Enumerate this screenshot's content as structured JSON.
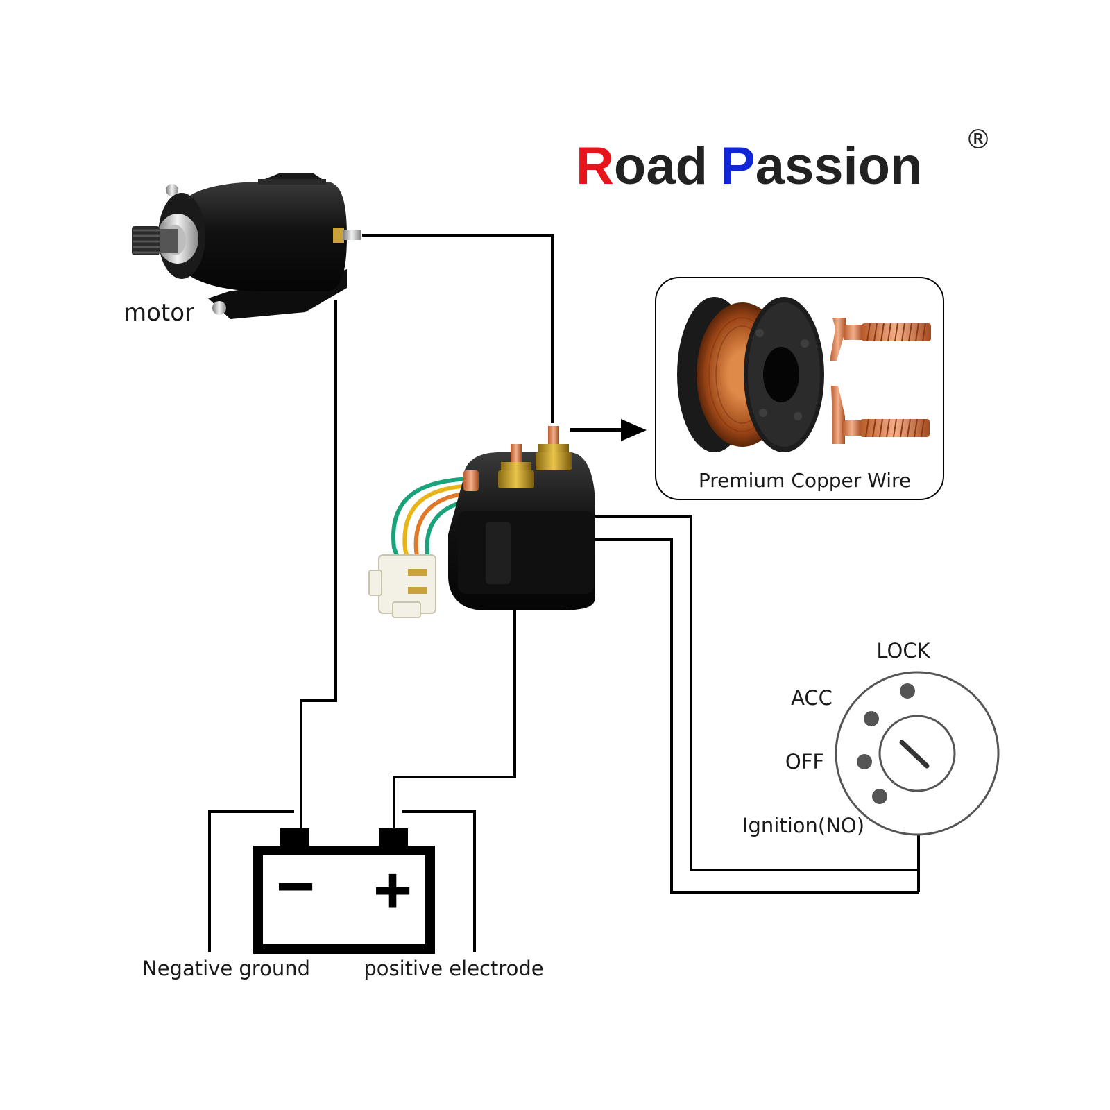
{
  "brand": {
    "first_initial": "R",
    "first_rest": "oad",
    "second_initial": "P",
    "second_rest": "assion",
    "registered_mark": "®",
    "colors": {
      "first_initial": "#e8141b",
      "second_initial": "#1126d6",
      "rest": "#222222"
    }
  },
  "labels": {
    "motor": "motor",
    "copper_wire": "Premium Copper Wire",
    "negative": "Negative ground",
    "positive": "positive electrode",
    "battery_minus": "−",
    "battery_plus": "+"
  },
  "ignition_switch": {
    "positions": [
      "LOCK",
      "ACC",
      "OFF",
      "Ignition(NO)"
    ]
  },
  "colors": {
    "wire": "#000000",
    "part_body": "#141414",
    "copper": "#c06a2c",
    "connector": "#f3f0e6",
    "lead_green": "#1aa37a",
    "lead_yellow": "#e8b418",
    "lead_orange": "#e07a2a",
    "switch_dot": "#555555"
  }
}
